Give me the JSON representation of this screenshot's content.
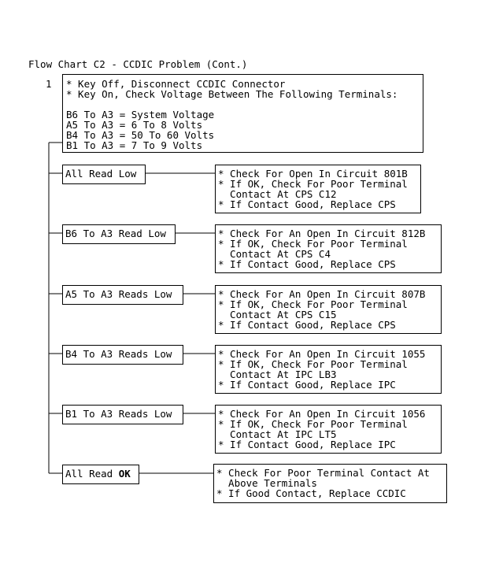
{
  "title": "Flow Chart C2 - CCDIC Problem (Cont.)",
  "step_number": "1",
  "main_box": {
    "lines": [
      "* Key Off, Disconnect CCDIC Connector",
      "* Key On, Check Voltage Between The Following Terminals:",
      "",
      "B6 To A3 = System Voltage",
      "A5 To A3 = 6 To 8 Volts",
      "B4 To A3 = 50 To 60 Volts",
      "B1 To A3 = 7 To 9 Volts"
    ]
  },
  "branches": [
    {
      "label": "All Read Low",
      "result": [
        "* Check For Open In Circuit 801B",
        "* If OK, Check For Poor Terminal",
        "  Contact At CPS C12",
        "* If Contact Good, Replace CPS"
      ]
    },
    {
      "label": "B6 To A3 Read Low",
      "result": [
        "* Check For An Open In Circuit 812B",
        "* If OK, Check For Poor Terminal",
        "  Contact At CPS C4",
        "* If Contact Good, Replace CPS"
      ]
    },
    {
      "label": "A5 To A3 Reads Low",
      "result": [
        "* Check For An Open In Circuit 807B",
        "* If OK, Check For Poor Terminal",
        "  Contact At CPS C15",
        "* If Contact Good, Replace CPS"
      ]
    },
    {
      "label": "B4 To A3 Reads Low",
      "result": [
        "* Check For An Open In Circuit 1055",
        "* If OK, Check For Poor Terminal",
        "  Contact At IPC LB3",
        "* If Contact Good, Replace IPC"
      ]
    },
    {
      "label": "B1 To A3 Reads Low",
      "result": [
        "* Check For An Open In Circuit 1056",
        "* If OK, Check For Poor Terminal",
        "  Contact At IPC LT5",
        "* If Contact Good, Replace IPC"
      ]
    },
    {
      "label_prefix": "All Read ",
      "label_bold": "OK",
      "result": [
        "* Check For Poor Terminal Contact At",
        "  Above Terminals",
        "* If Good Contact, Replace CCDIC"
      ]
    }
  ]
}
